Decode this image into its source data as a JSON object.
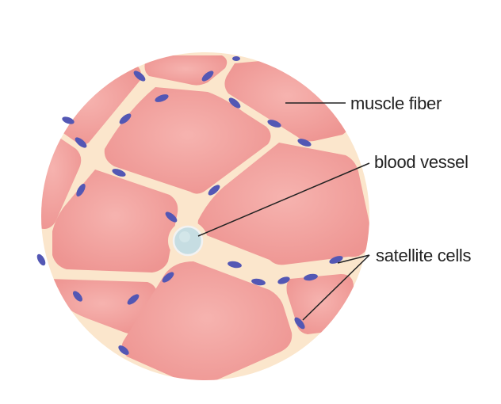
{
  "labels": {
    "muscle_fiber": "muscle fiber",
    "blood_vessel": "blood vessel",
    "satellite_cells": "satellite cells"
  },
  "colors": {
    "fiber_fill": "#f19c9a",
    "fiber_highlight": "#f6b8b4",
    "connective_tissue": "#fbe6cc",
    "satellite_cell": "#5357b4",
    "vessel_fill": "#c6dde2",
    "vessel_stroke": "#f4f4f4",
    "leader_line": "#222222"
  },
  "icons": {
    "satellite_cell": "satellite-cell-icon",
    "blood_vessel": "blood-vessel-icon"
  }
}
